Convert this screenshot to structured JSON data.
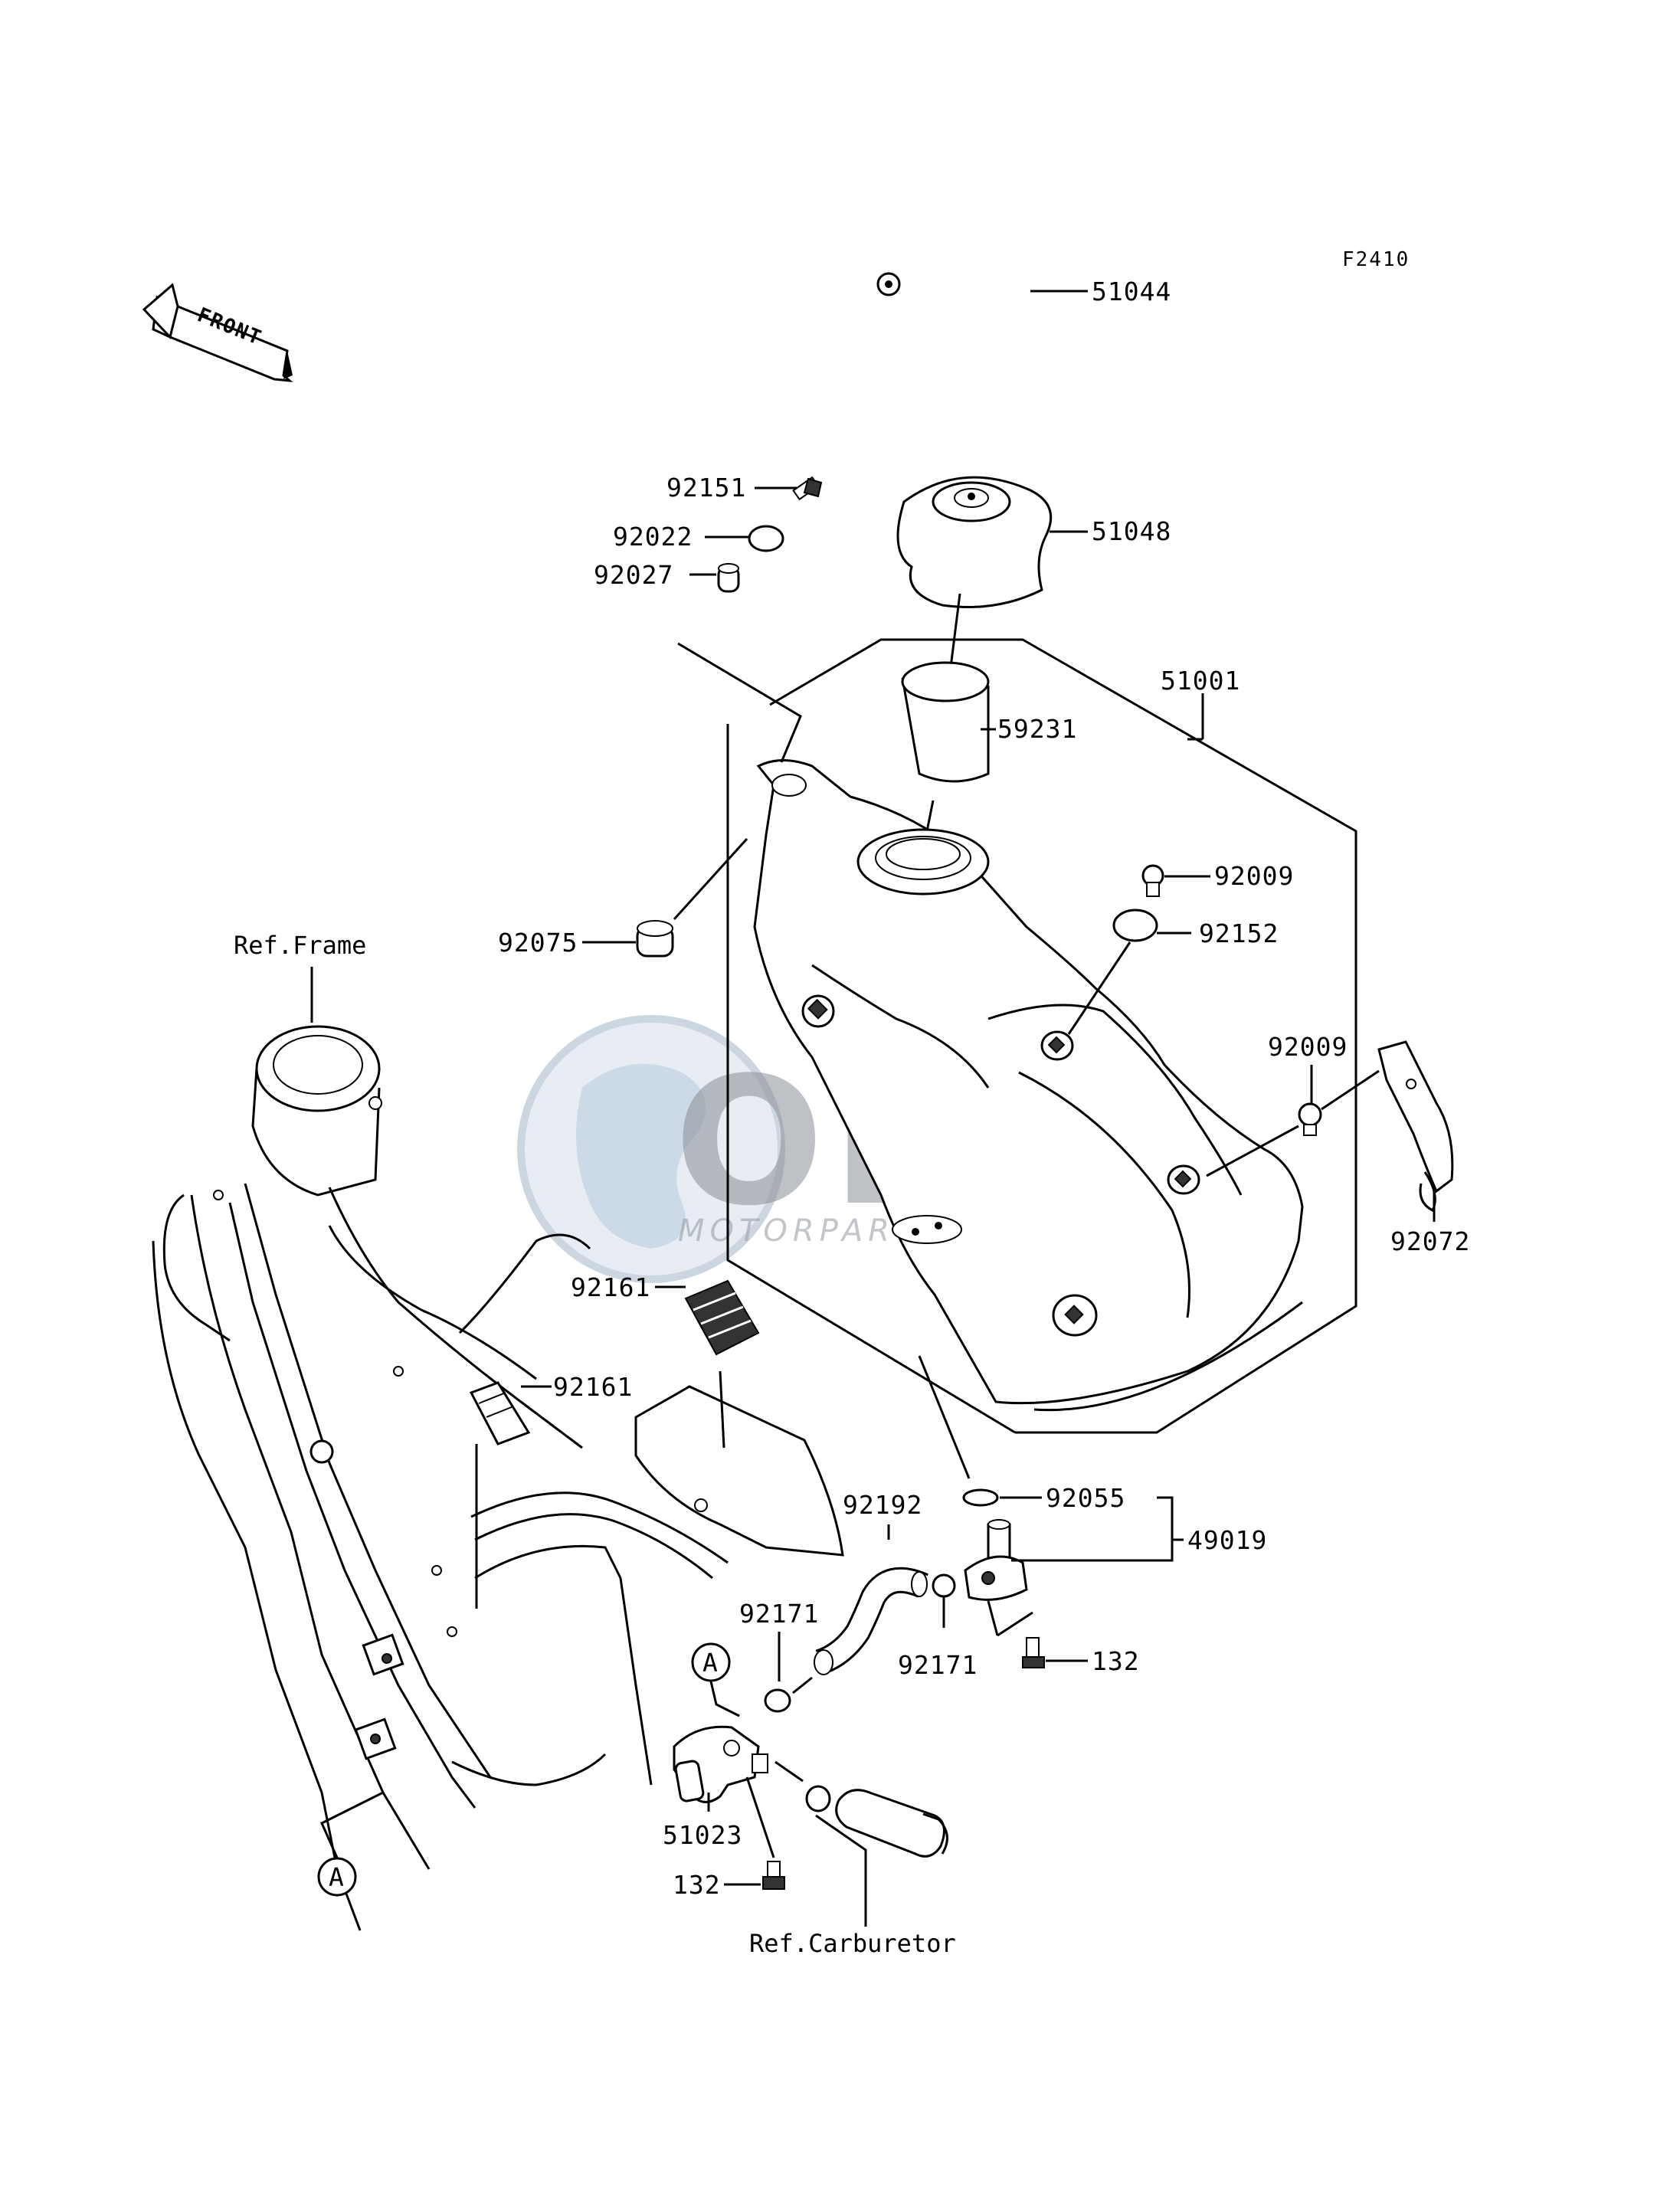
{
  "diagram_code": "F2410",
  "front_arrow_text": "FRONT",
  "watermark": {
    "brand": "OEM",
    "sub": "MOTORPARTS"
  },
  "ref_labels": {
    "frame": "Ref.Frame",
    "carburetor": "Ref.Carburetor"
  },
  "connector_marker": "A",
  "parts": {
    "p51044": "51044",
    "p92151": "92151",
    "p92022": "92022",
    "p51048": "51048",
    "p92027": "92027",
    "p51001": "51001",
    "p59231": "59231",
    "p92009a": "92009",
    "p92075": "92075",
    "p92152": "92152",
    "p92009b": "92009",
    "p92072": "92072",
    "p92161a": "92161",
    "p92161b": "92161",
    "p92055": "92055",
    "p49019": "49019",
    "p92192": "92192",
    "p92171a": "92171",
    "p92171b": "92171",
    "p132a": "132",
    "p51023": "51023",
    "p132b": "132"
  }
}
